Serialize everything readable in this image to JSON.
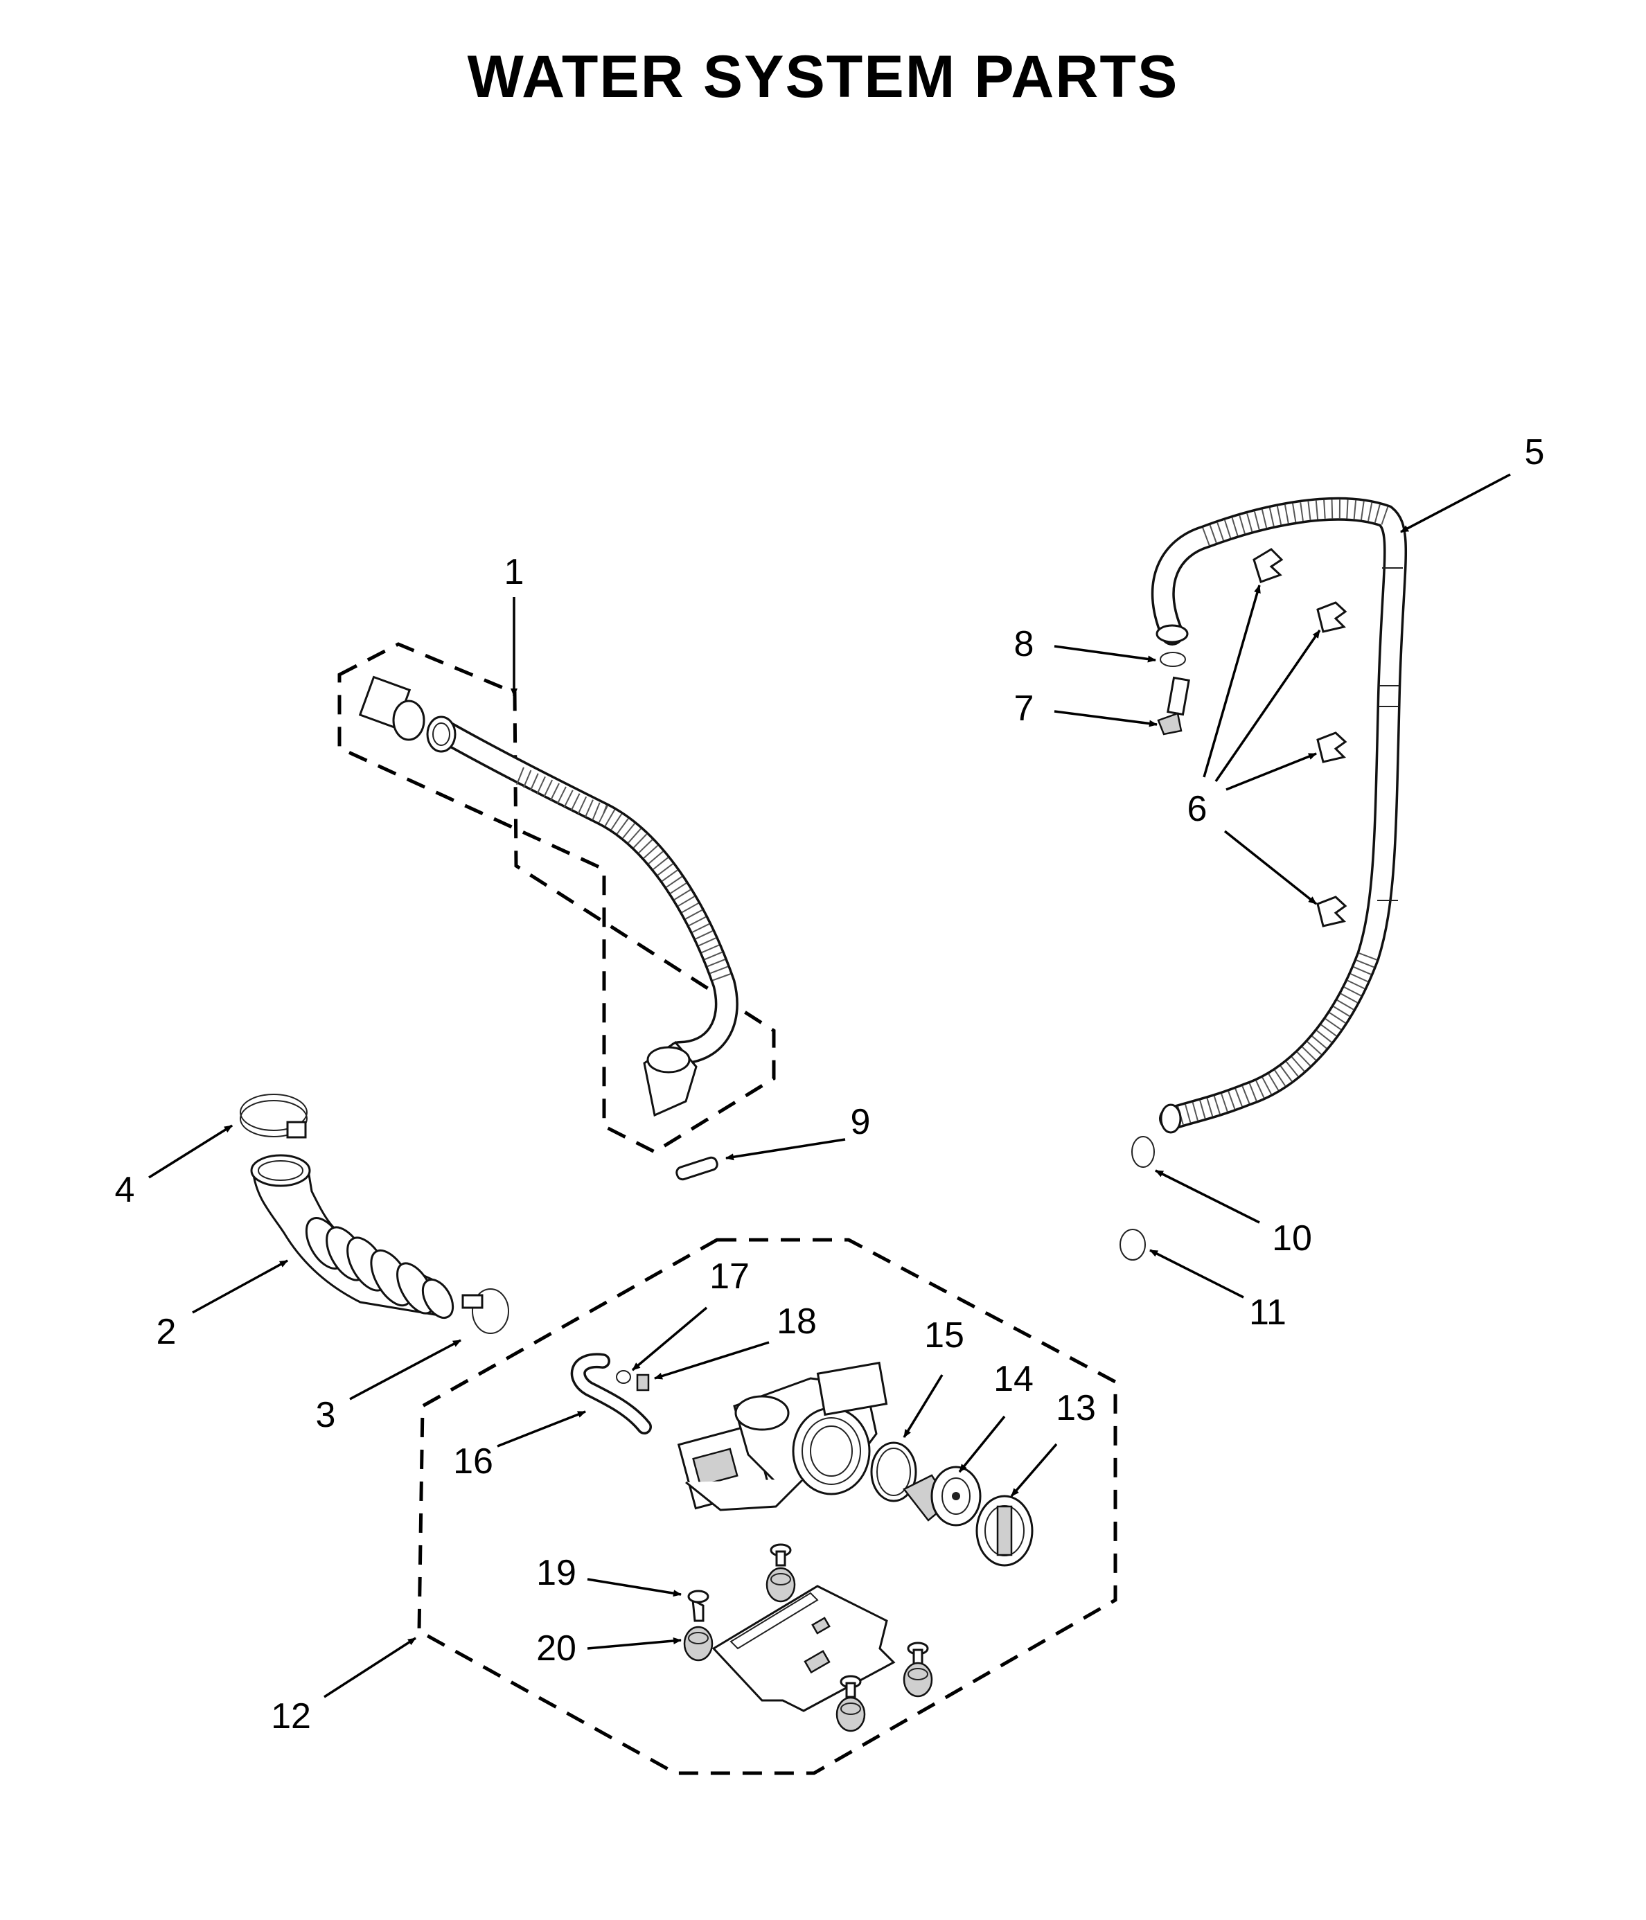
{
  "title": "WATER SYSTEM PARTS",
  "callouts": {
    "c1": "1",
    "c2": "2",
    "c3": "3",
    "c4": "4",
    "c5": "5",
    "c6": "6",
    "c7": "7",
    "c8": "8",
    "c9": "9",
    "c10": "10",
    "c11": "11",
    "c12": "12",
    "c13": "13",
    "c14": "14",
    "c15": "15",
    "c16": "16",
    "c17": "17",
    "c18": "18",
    "c19": "19",
    "c20": "20"
  }
}
